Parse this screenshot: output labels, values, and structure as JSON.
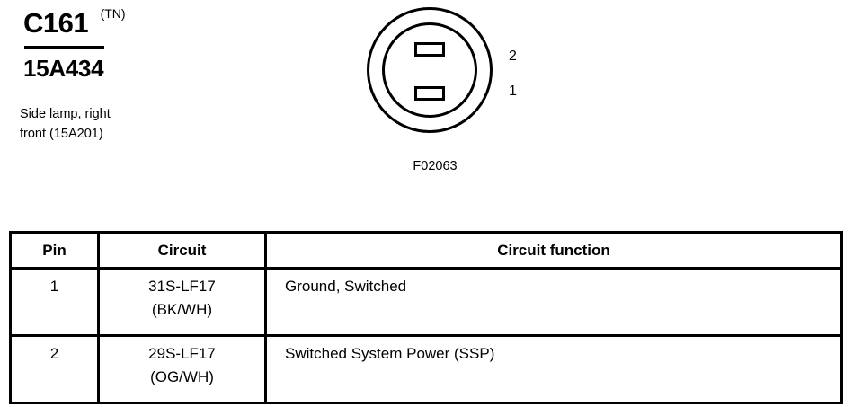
{
  "connector": {
    "id": "C161",
    "color_code": "(TN)",
    "part_number": "15A434",
    "description_line1": "Side lamp, right",
    "description_line2": "front (15A201)",
    "face_code": "F02063",
    "pin_callouts": [
      {
        "label": "2"
      },
      {
        "label": "1"
      }
    ]
  },
  "table": {
    "headers": {
      "pin": "Pin",
      "circuit": "Circuit",
      "function": "Circuit function"
    },
    "rows": [
      {
        "pin": "1",
        "circuit_code": "31S-LF17",
        "circuit_color": "(BK/WH)",
        "function": "Ground, Switched"
      },
      {
        "pin": "2",
        "circuit_code": "29S-LF17",
        "circuit_color": "(OG/WH)",
        "function": "Switched System Power (SSP)"
      }
    ]
  },
  "colors": {
    "ink": "#000000",
    "background": "#ffffff"
  }
}
